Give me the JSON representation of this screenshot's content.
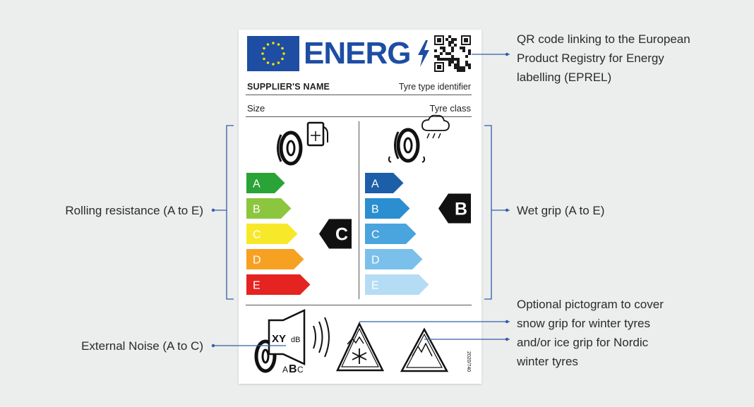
{
  "label": {
    "energy_word": "ENERG",
    "supplier": "SUPPLIER'S NAME",
    "tyre_type": "Tyre type identifier",
    "size": "Size",
    "tyre_class": "Tyre class",
    "regulation_code": "2020/740"
  },
  "fuel_scale": {
    "classes": [
      "A",
      "B",
      "C",
      "D",
      "E"
    ],
    "colors": [
      "#2aa437",
      "#8cc63e",
      "#f7e92a",
      "#f6a122",
      "#e52320"
    ],
    "selected": "C"
  },
  "wet_scale": {
    "classes": [
      "A",
      "B",
      "C",
      "D",
      "E"
    ],
    "colors": [
      "#1d5ea8",
      "#2a8ed0",
      "#4aa4dd",
      "#7bc0ea",
      "#b5dcf5"
    ],
    "selected": "B"
  },
  "noise": {
    "xy": "XY",
    "unit": "dB",
    "classes": [
      "A",
      "B",
      "C"
    ],
    "selected": "B"
  },
  "annotations": {
    "qr": [
      "QR code linking to the European",
      "Product Registry for Energy",
      "labelling (EPREL)"
    ],
    "wet_grip": "Wet grip (A to E)",
    "rolling": "Rolling resistance (A to E)",
    "noise": "External Noise (A to C)",
    "pictogram": [
      "Optional pictogram to cover",
      "snow grip for winter tyres",
      "and/or ice grip for Nordic",
      "winter tyres"
    ]
  },
  "icons": [
    "eu-flag-icon",
    "lightning-bolt-icon",
    "qr-code-icon",
    "tyre-fuel-icon",
    "tyre-wet-grip-icon",
    "tyre-noise-icon",
    "snowflake-mountain-icon",
    "ice-mountain-icon"
  ],
  "colors": {
    "energy_blue": "#1d4ea3",
    "connector_blue": "#2f5fa8",
    "background": "#eceded"
  }
}
